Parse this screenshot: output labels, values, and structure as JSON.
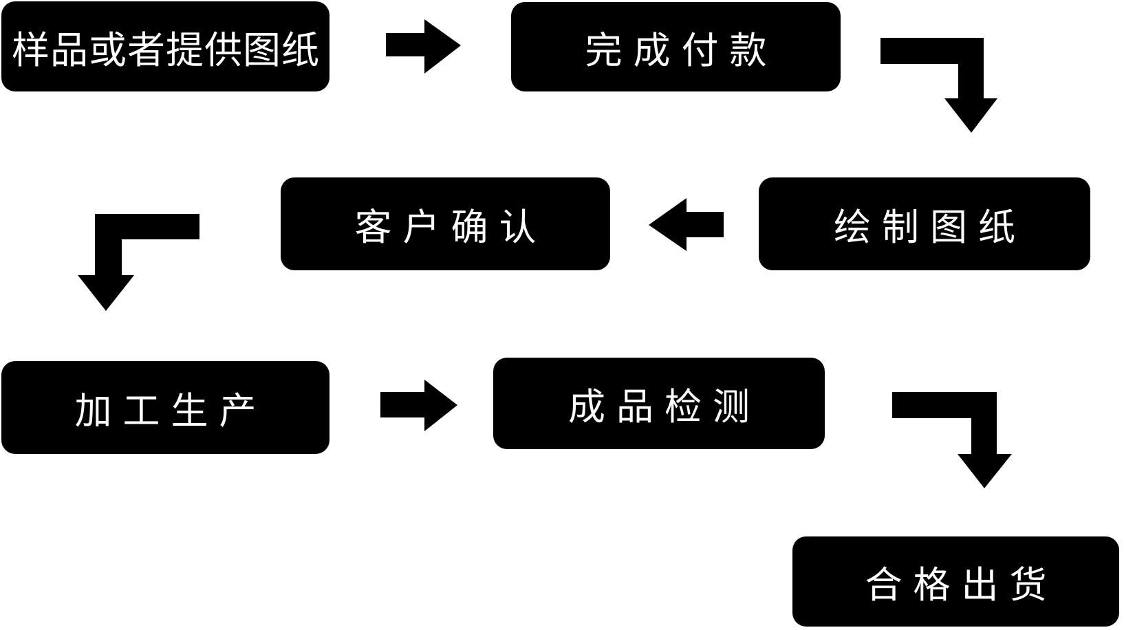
{
  "diagram": {
    "type": "flowchart",
    "language": "zh-CN",
    "colors": {
      "background": "#ffffff",
      "node_fill": "#000000",
      "node_text": "#ffffff",
      "arrow_fill": "#000000"
    },
    "nodes": [
      {
        "id": "sample",
        "label": "样品或者提供图纸"
      },
      {
        "id": "payment",
        "label": "完成付款"
      },
      {
        "id": "draw",
        "label": "绘制图纸"
      },
      {
        "id": "confirm",
        "label": "客户确认"
      },
      {
        "id": "produce",
        "label": "加工生产"
      },
      {
        "id": "inspect",
        "label": "成品检测"
      },
      {
        "id": "ship",
        "label": "合格出货"
      }
    ],
    "edges": [
      {
        "from": "sample",
        "to": "payment",
        "shape": "straight-right"
      },
      {
        "from": "payment",
        "to": "draw",
        "shape": "elbow-right-down"
      },
      {
        "from": "draw",
        "to": "confirm",
        "shape": "straight-left"
      },
      {
        "from": "confirm",
        "to": "produce",
        "shape": "elbow-left-down"
      },
      {
        "from": "produce",
        "to": "inspect",
        "shape": "straight-right"
      },
      {
        "from": "inspect",
        "to": "ship",
        "shape": "elbow-right-down"
      }
    ]
  }
}
